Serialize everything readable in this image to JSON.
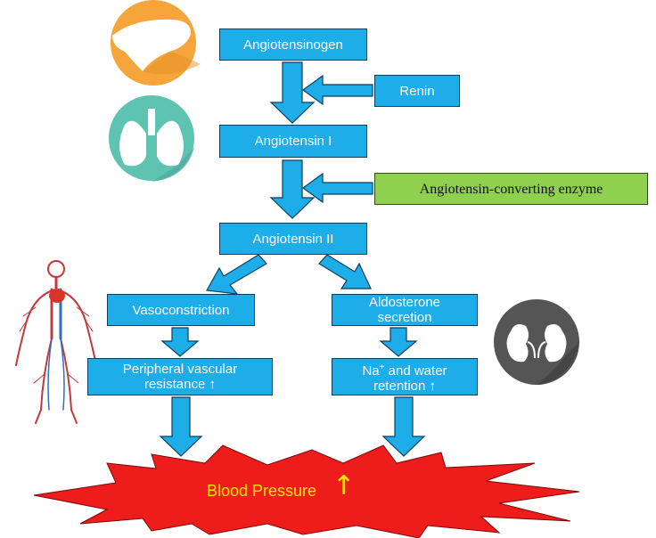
{
  "diagram": {
    "nodes": {
      "angiotensinogen": "Angiotensinogen",
      "renin": "Renin",
      "angiotensin_1": "Angiotensin I",
      "ace": "Angiotensin-converting enzyme",
      "angiotensin_2": "Angiotensin II",
      "vasoconstriction": "Vasoconstriction",
      "aldosterone_line1": "Aldosterone",
      "aldosterone_line2": "secretion",
      "peripheral_line1": "Peripheral vascular",
      "peripheral_line2": "resistance ↑",
      "na_line1_prefix": "Na",
      "na_superscript": "+",
      "na_line1_suffix": " and water",
      "na_line2": "retention ↑"
    },
    "result": {
      "label": "Blood Pressure",
      "arrow": "↑"
    },
    "colors": {
      "box": "#1daee9",
      "box_border": "#0d3f5c",
      "green_box": "#8fd14f",
      "burst": "#ef1c1c",
      "result_text": "#ffe600",
      "liver_circle": "#f5a53a",
      "lungs_circle": "#5fc3b2",
      "kidney_circle": "#555555"
    },
    "icons": [
      "liver-icon",
      "lungs-icon",
      "kidneys-icon",
      "circulatory-system-icon"
    ]
  }
}
